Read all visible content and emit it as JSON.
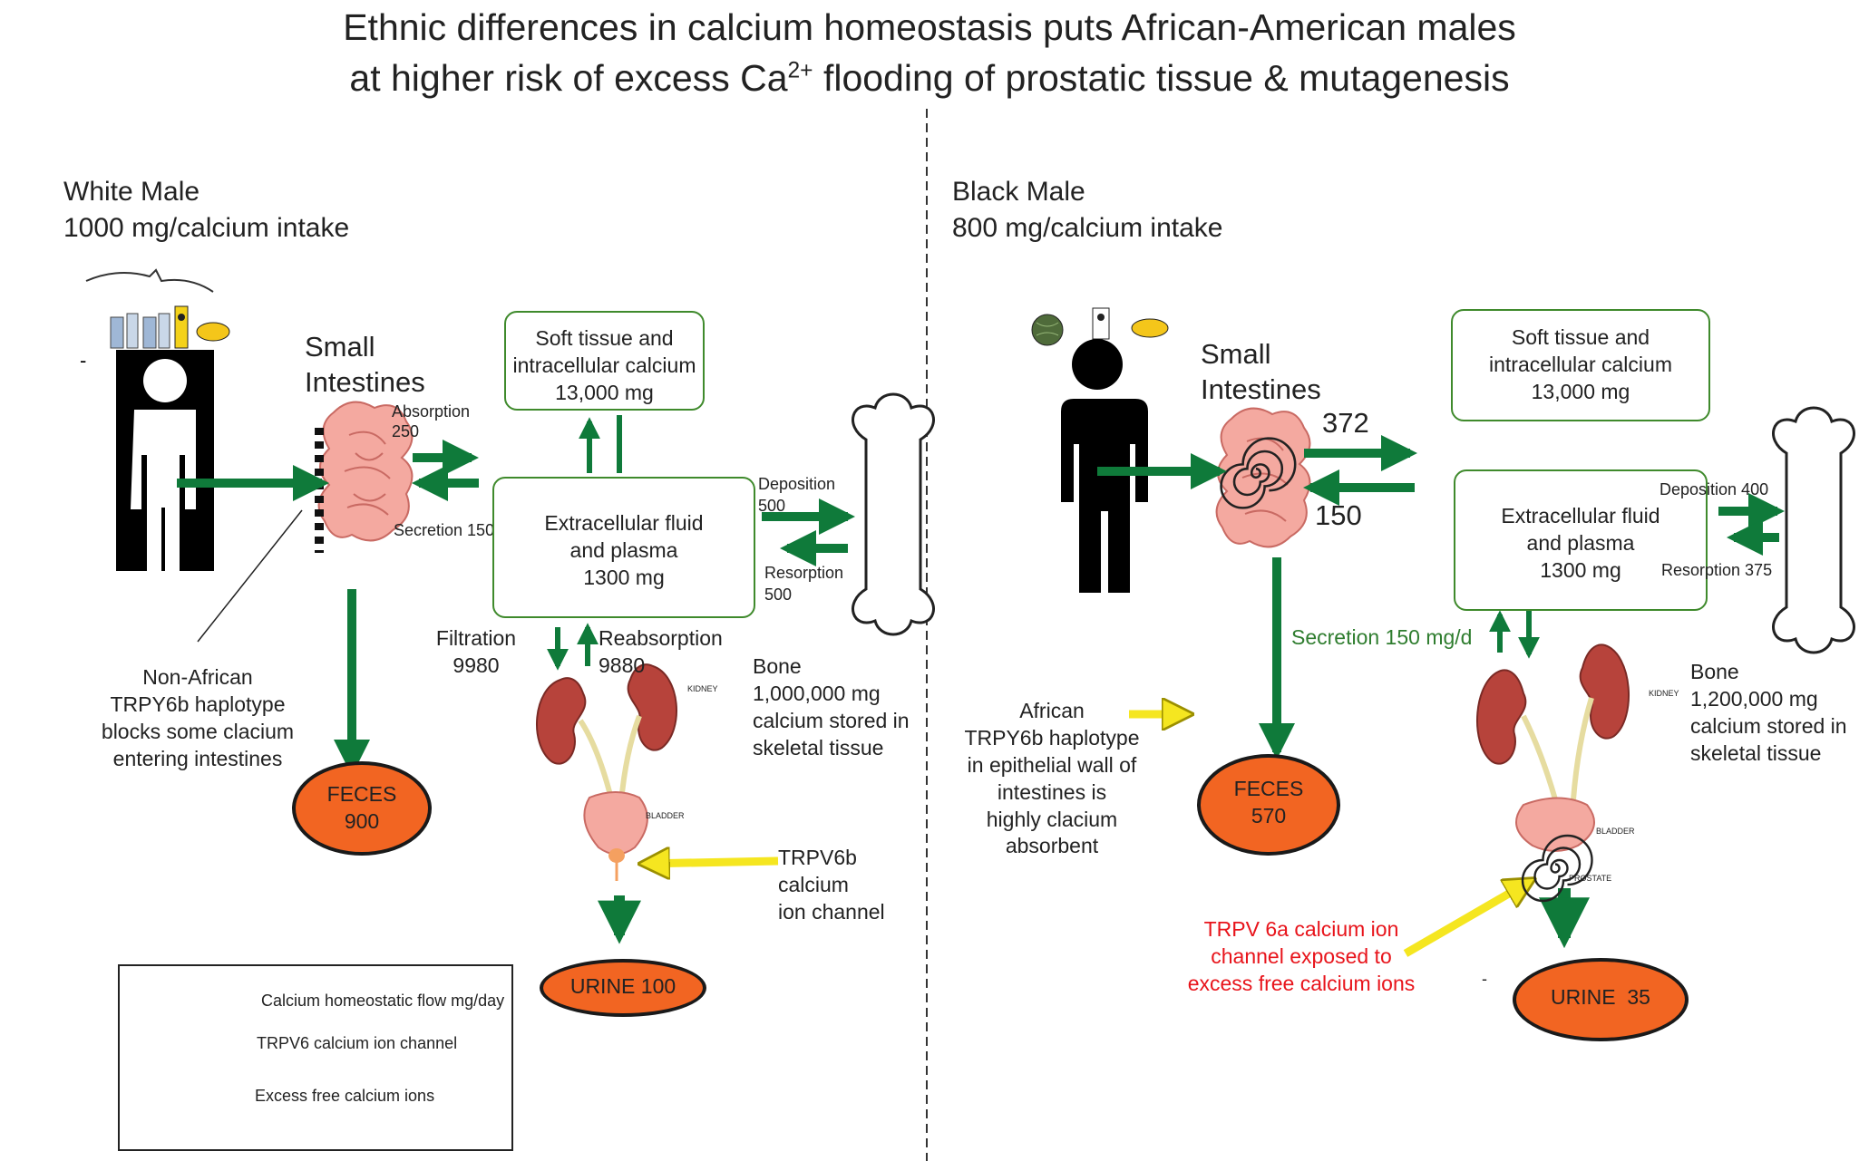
{
  "title": {
    "line1": "Ethnic differences in calcium homeostasis puts African-American males",
    "line2_pre": "at higher risk of excess Ca",
    "line2_sup": "2+",
    "line2_post": " flooding of prostatic tissue & mutagenesis"
  },
  "left": {
    "heading1": "White Male",
    "heading2": "1000 mg/calcium intake",
    "small_intestines": "Small\nIntestines",
    "absorption": "Absorption\n250",
    "secretion": "Secretion 150",
    "soft_tissue": "Soft tissue and\nintracellular calcium\n13,000 mg",
    "ecf": "Extracellular fluid\nand plasma\n1300 mg",
    "deposition": "Deposition\n500",
    "resorption": "Resorption\n500",
    "filtration": "Filtration\n9980",
    "reabsorption": "Reabsorption\n9880",
    "bone": "Bone\n1,000,000 mg\ncalcium stored in\nskeletal tissue",
    "haplotype_note": "Non-African\nTRPY6b haplotype\nblocks some clacium\nentering intestines",
    "feces": "FECES\n900",
    "trpv_label": "TRPV6b\ncalcium\nion channel",
    "urine": "URINE 100",
    "kidney_label": "KIDNEY",
    "bladder_label": "BLADDER",
    "dash_mark": "-"
  },
  "right": {
    "heading1": "Black Male",
    "heading2": "800 mg/calcium intake",
    "small_intestines": "Small\nIntestines",
    "absorption": "372",
    "secretion": "150",
    "soft_tissue": "Soft tissue and\nintracellular calcium\n13,000 mg",
    "ecf": "Extracellular fluid\nand plasma\n1300 mg",
    "deposition": "Deposition 400",
    "resorption": "Resorption 375",
    "secretion_gut": "Secretion 150 mg/d",
    "bone": "Bone\n1,200,000 mg\ncalcium stored in\nskeletal tissue",
    "haplotype_note": "African\nTRPY6b haplotype\nin epithelial wall of\nintestines is\nhighly clacium\nabsorbent",
    "feces": "FECES\n570",
    "trpv_label": "TRPV 6a calcium ion\nchannel exposed to\nexcess free calcium ions",
    "urine": "URINE  35",
    "kidney_label": "KIDNEY",
    "bladder_label": "BLADDER",
    "prostate_label": "PROSTATE",
    "dash_mark": "-"
  },
  "legend": {
    "flow": "Calcium homeostatic flow mg/day",
    "channel": "TRPV6 calcium ion channel",
    "ions": "Excess free calcium ions"
  },
  "colors": {
    "arrow_green": "#0f7a3a",
    "arrow_yellow": "#f5e620",
    "box_border": "#3f8a2c",
    "oval_fill": "#f26522",
    "red_text": "#e8141b",
    "green_text": "#2f7d2f"
  }
}
